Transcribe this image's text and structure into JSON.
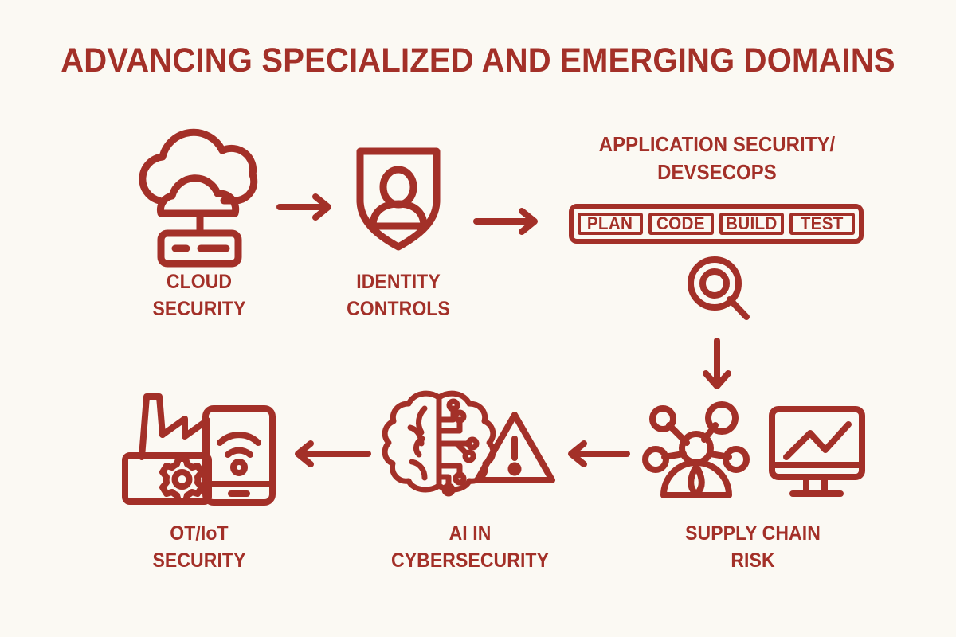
{
  "page": {
    "title": "ADVANCING SPECIALIZED AND EMERGING DOMAINS",
    "background_color": "#FBF9F3",
    "accent_color": "#A33028"
  },
  "nodes": [
    {
      "id": "cloud-security",
      "label": "CLOUD\nSECURITY",
      "icon": "cloud-server-icon"
    },
    {
      "id": "identity-controls",
      "label": "IDENTITY\nCONTROLS",
      "icon": "shield-person-icon"
    },
    {
      "id": "application-security",
      "heading": "APPLICATION SECURITY/\nDEVSECOPS",
      "icon": "magnifier-target-icon",
      "pipeline": [
        "PLAN",
        "CODE",
        "BUILD",
        "TEST"
      ]
    },
    {
      "id": "supply-chain-risk",
      "label": "SUPPLY CHAIN\nRISK",
      "icon": "network-hub-icon",
      "icon_secondary": "monitor-chart-icon"
    },
    {
      "id": "ai-in-cybersecurity",
      "label": "AI IN\nCYBERSECURITY",
      "icon": "brain-circuit-icon",
      "icon_secondary": "warning-triangle-icon"
    },
    {
      "id": "ot-iot-security",
      "label": "OT/IoT\nSECURITY",
      "icon": "factory-gear-icon",
      "icon_secondary": "tablet-wifi-icon"
    }
  ],
  "connectors": [
    {
      "id": "cloud-to-identity",
      "direction": "right"
    },
    {
      "id": "identity-to-appsec",
      "direction": "right"
    },
    {
      "id": "appsec-to-supplychain",
      "direction": "down"
    },
    {
      "id": "supplychain-to-ai",
      "direction": "left"
    },
    {
      "id": "ai-to-otiot",
      "direction": "left"
    }
  ]
}
